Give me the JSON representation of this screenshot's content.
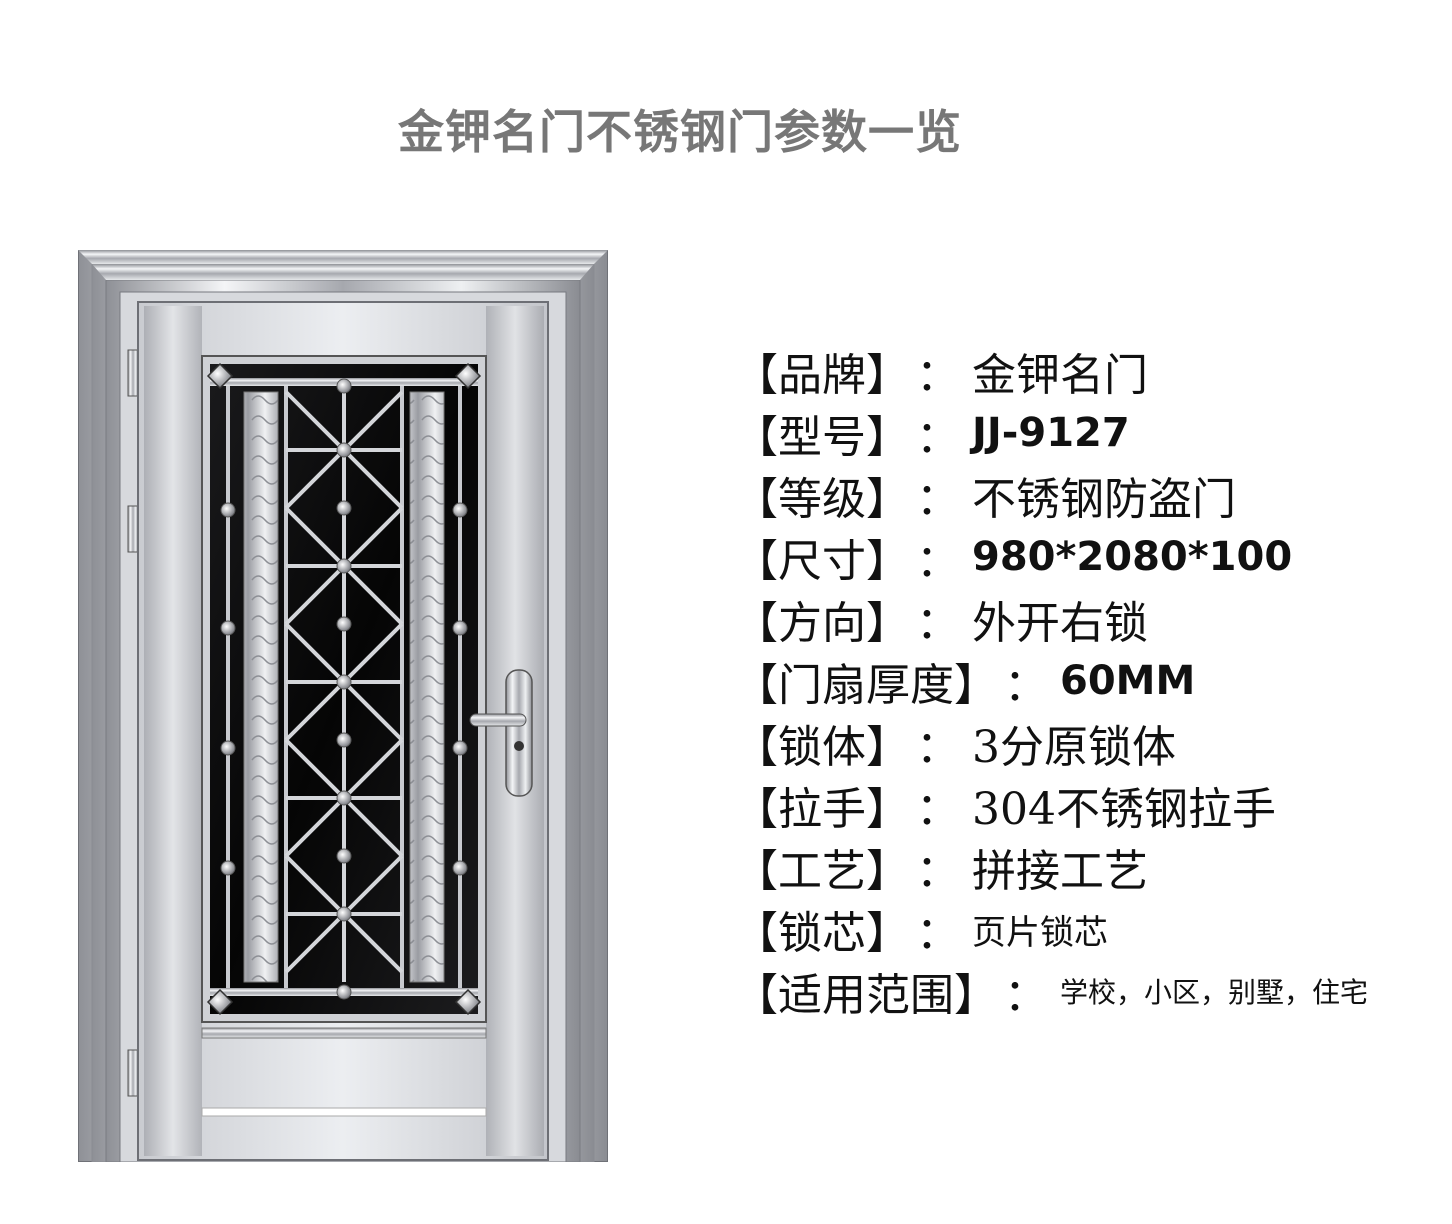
{
  "title": "金钾名门不锈钢门参数一览",
  "specs": [
    {
      "label": "【品牌】",
      "colon": "：",
      "value": "金钾名门",
      "style": "v-serif"
    },
    {
      "label": "【型号】",
      "colon": "：",
      "value": "JJ-9127",
      "style": "v-bold"
    },
    {
      "label": "【等级】",
      "colon": "：",
      "value": "不锈钢防盗门",
      "style": "v-serif"
    },
    {
      "label": "【尺寸】",
      "colon": "：",
      "value": "980*2080*100",
      "style": "v-bold"
    },
    {
      "label": "【方向】",
      "colon": "：",
      "value": "外开右锁",
      "style": "v-serif"
    },
    {
      "label": "【门扇厚度】",
      "colon": "：",
      "value": "60MM",
      "style": "v-bold"
    },
    {
      "label": "【锁体】",
      "colon": "：",
      "value": "3分原锁体",
      "style": "v-serif"
    },
    {
      "label": "【拉手】",
      "colon": "：",
      "value": "304不锈钢拉手",
      "style": "v-serif"
    },
    {
      "label": "【工艺】",
      "colon": "：",
      "value": "拼接工艺",
      "style": "v-serif"
    },
    {
      "label": "【锁芯】",
      "colon": "：",
      "value": "页片锁芯",
      "style": "v-sans"
    },
    {
      "label": "【适用范围】",
      "colon": "：",
      "value": "学校，小区，别墅，住宅",
      "style": "v-small"
    }
  ]
}
